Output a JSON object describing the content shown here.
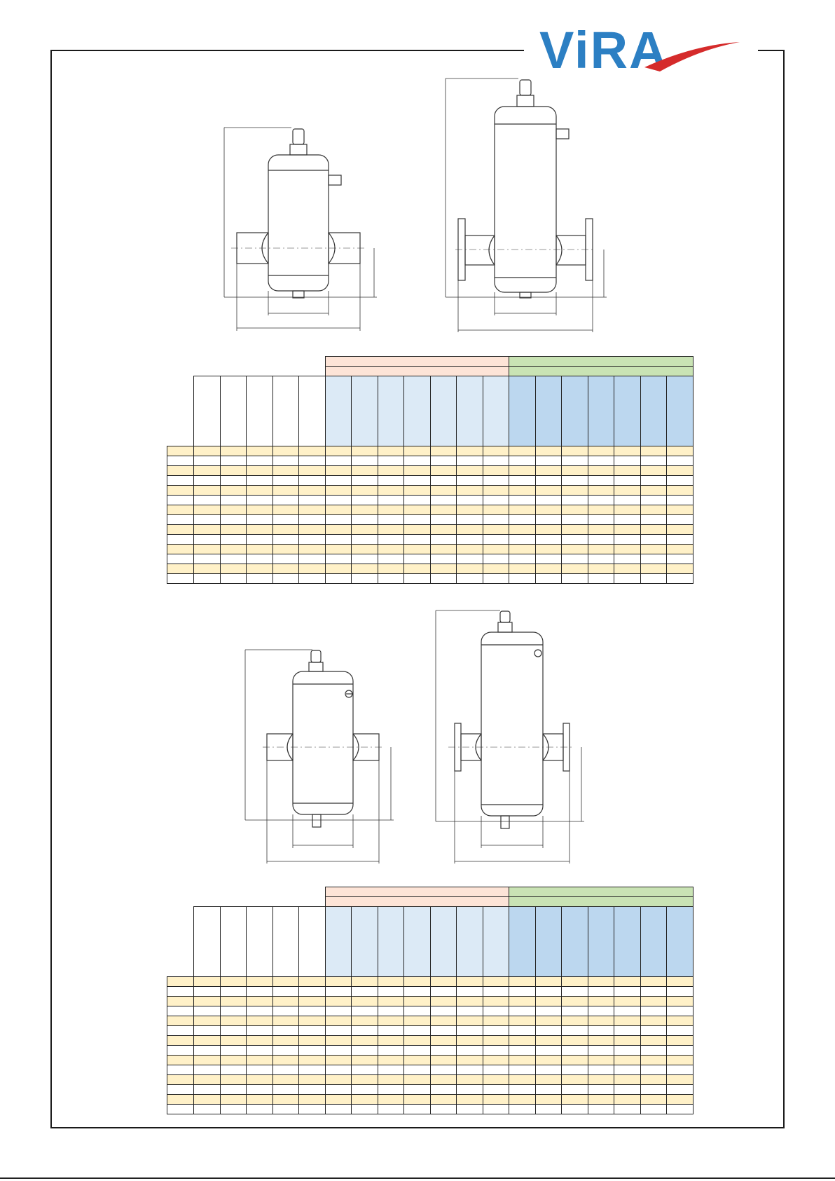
{
  "brand": {
    "name": "ViRA",
    "color": "#2c7fc3",
    "swoosh_color": "#d52b2b"
  },
  "tables": [
    {
      "model_columns": 5,
      "group_a_columns": 7,
      "group_b_columns": 7,
      "rows": 14
    },
    {
      "model_columns": 5,
      "group_a_columns": 7,
      "group_b_columns": 7,
      "rows": 14
    }
  ],
  "colors": {
    "group_a_header": "#fde4d7",
    "group_b_header": "#c9e3b4",
    "light_blue": "#dceaf6",
    "blue": "#bcd7ef",
    "row_stripe": "#fff1c8"
  }
}
